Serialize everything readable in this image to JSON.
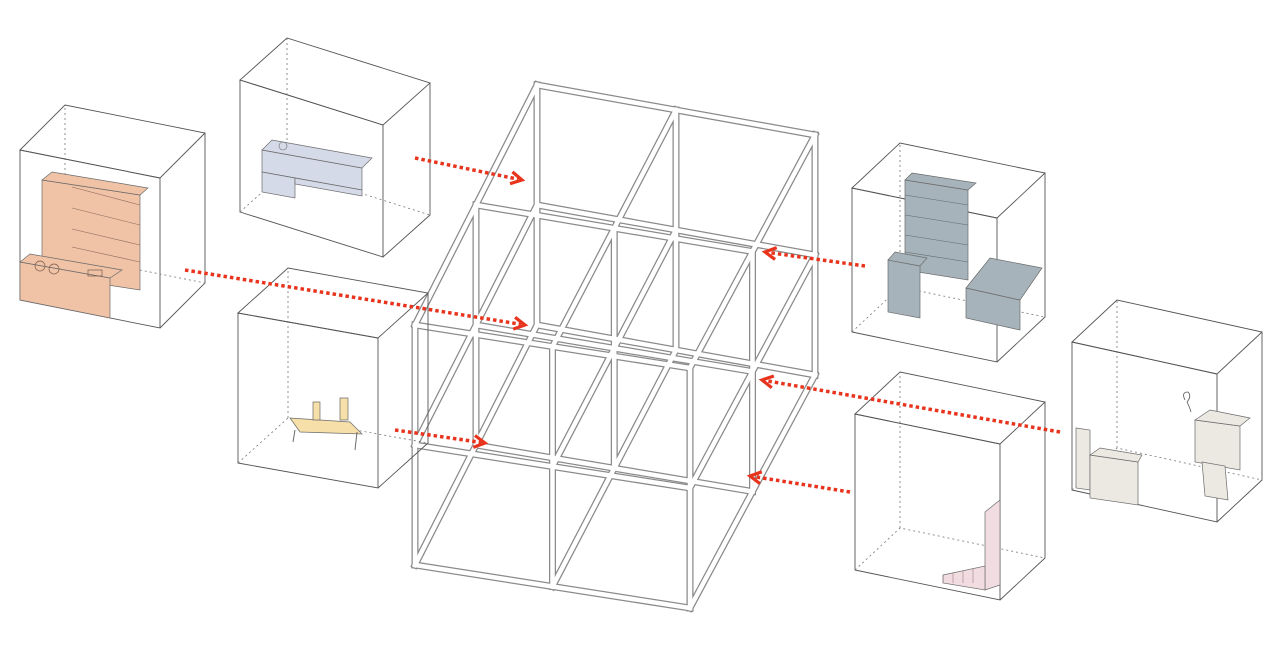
{
  "diagram": {
    "colors": {
      "box_line": "#555555",
      "frame_outline": "#8a8a8a",
      "frame_fill": "#ffffff",
      "arrow": "#e8341c",
      "kitchen": "#f0c2a6",
      "living": "#d5dae8",
      "dining": "#f6dfa8",
      "bedroom": "#a6b3ba",
      "bathroom": "#f1dde1",
      "toilet": "#ece9e3"
    },
    "modules": [
      {
        "name": "kitchen-module",
        "icon": "kitchen-icon"
      },
      {
        "name": "living-module",
        "icon": "sofa-icon"
      },
      {
        "name": "dining-module",
        "icon": "table-icon"
      },
      {
        "name": "bedroom-module",
        "icon": "bed-icon"
      },
      {
        "name": "bathroom-module",
        "icon": "shower-icon"
      },
      {
        "name": "toilet-module",
        "icon": "toilet-icon"
      }
    ]
  }
}
